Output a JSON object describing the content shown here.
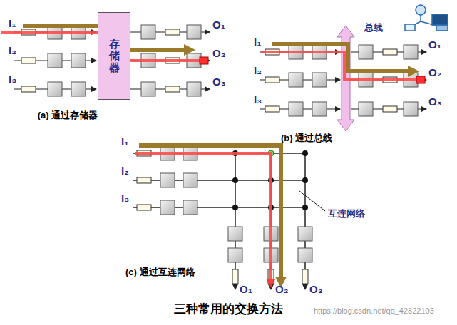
{
  "diagram": {
    "title": "三种常用的交换方法",
    "nodes": [
      {
        "text": [
          "存储器"
        ]
      }
    ],
    "labels": [
      "I₁",
      "I₂",
      "I₃",
      "O₁",
      "O₂",
      "O₃",
      "(a) 通过存储器",
      "总线",
      "I₁",
      "I₂",
      "I₃",
      "O₁",
      "O₂",
      "O₃",
      "(b) 通过总线",
      "I₁",
      "I₂",
      "I₃",
      "互连网络",
      "O₁",
      "O₂",
      "O₃",
      "(c) 通过互连网络",
      "https://blog.csdn.net/qq_42322103"
    ]
  }
}
